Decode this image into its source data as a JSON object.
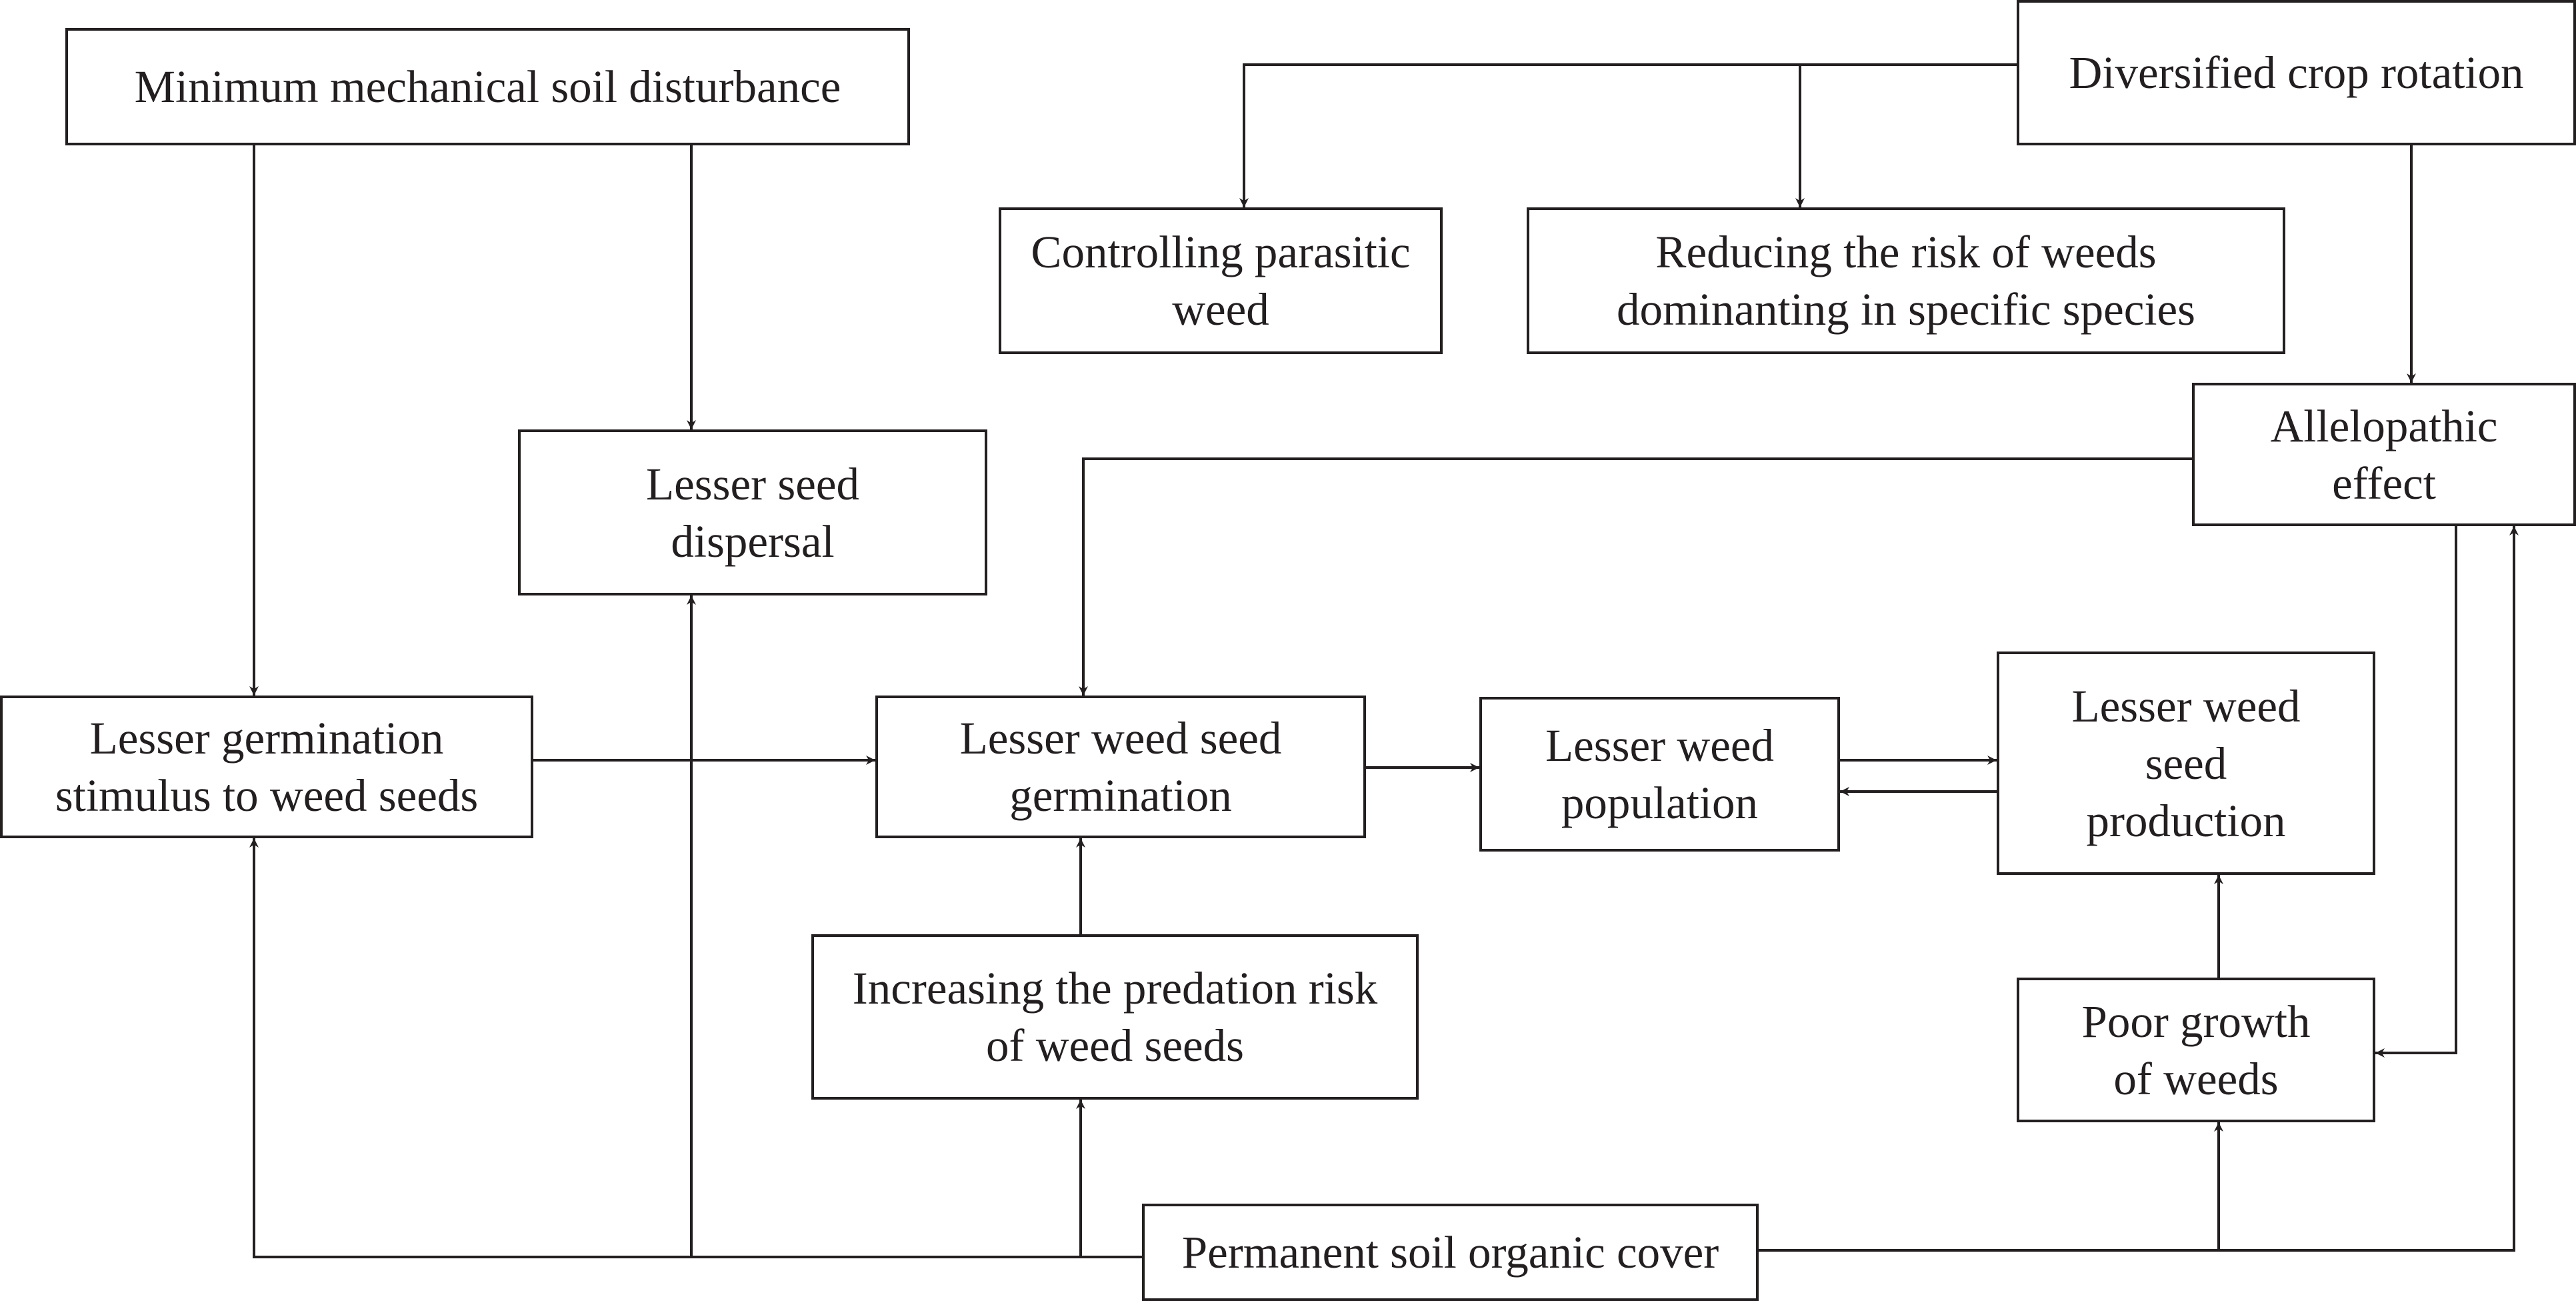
{
  "diagram": {
    "nodes": {
      "min_disturbance": "Minimum mechanical soil disturbance",
      "crop_rotation": "Diversified crop rotation",
      "parasitic": "Controlling parasitic\nweed",
      "reducing_risk": "Reducing the risk of weeds\ndominanting in specific species",
      "allelopathic": "Allelopathic\neffect",
      "seed_dispersal": "Lesser seed\ndispersal",
      "germ_stimulus": "Lesser germination\nstimulus to weed seeds",
      "seed_germination": "Lesser weed seed\ngermination",
      "population": "Lesser weed\npopulation",
      "seed_production": "Lesser weed\nseed\nproduction",
      "predation": "Increasing the predation risk\nof weed seeds",
      "poor_growth": "Poor growth\nof weeds",
      "organic_cover": "Permanent soil organic cover"
    },
    "edges": [
      {
        "from": "crop_rotation",
        "to": "parasitic"
      },
      {
        "from": "crop_rotation",
        "to": "reducing_risk"
      },
      {
        "from": "crop_rotation",
        "to": "allelopathic"
      },
      {
        "from": "min_disturbance",
        "to": "germ_stimulus"
      },
      {
        "from": "min_disturbance",
        "to": "seed_dispersal"
      },
      {
        "from": "allelopathic",
        "to": "seed_germination"
      },
      {
        "from": "allelopathic",
        "to": "poor_growth"
      },
      {
        "from": "germ_stimulus",
        "to": "seed_germination"
      },
      {
        "from": "seed_germination",
        "to": "population"
      },
      {
        "from": "population",
        "to": "seed_production"
      },
      {
        "from": "seed_production",
        "to": "population"
      },
      {
        "from": "predation",
        "to": "seed_germination"
      },
      {
        "from": "poor_growth",
        "to": "seed_production"
      },
      {
        "from": "organic_cover",
        "to": "germ_stimulus"
      },
      {
        "from": "organic_cover",
        "to": "seed_dispersal"
      },
      {
        "from": "organic_cover",
        "to": "predation"
      },
      {
        "from": "organic_cover",
        "to": "poor_growth"
      },
      {
        "from": "organic_cover",
        "to": "allelopathic"
      }
    ],
    "line_color": "#231f20"
  }
}
